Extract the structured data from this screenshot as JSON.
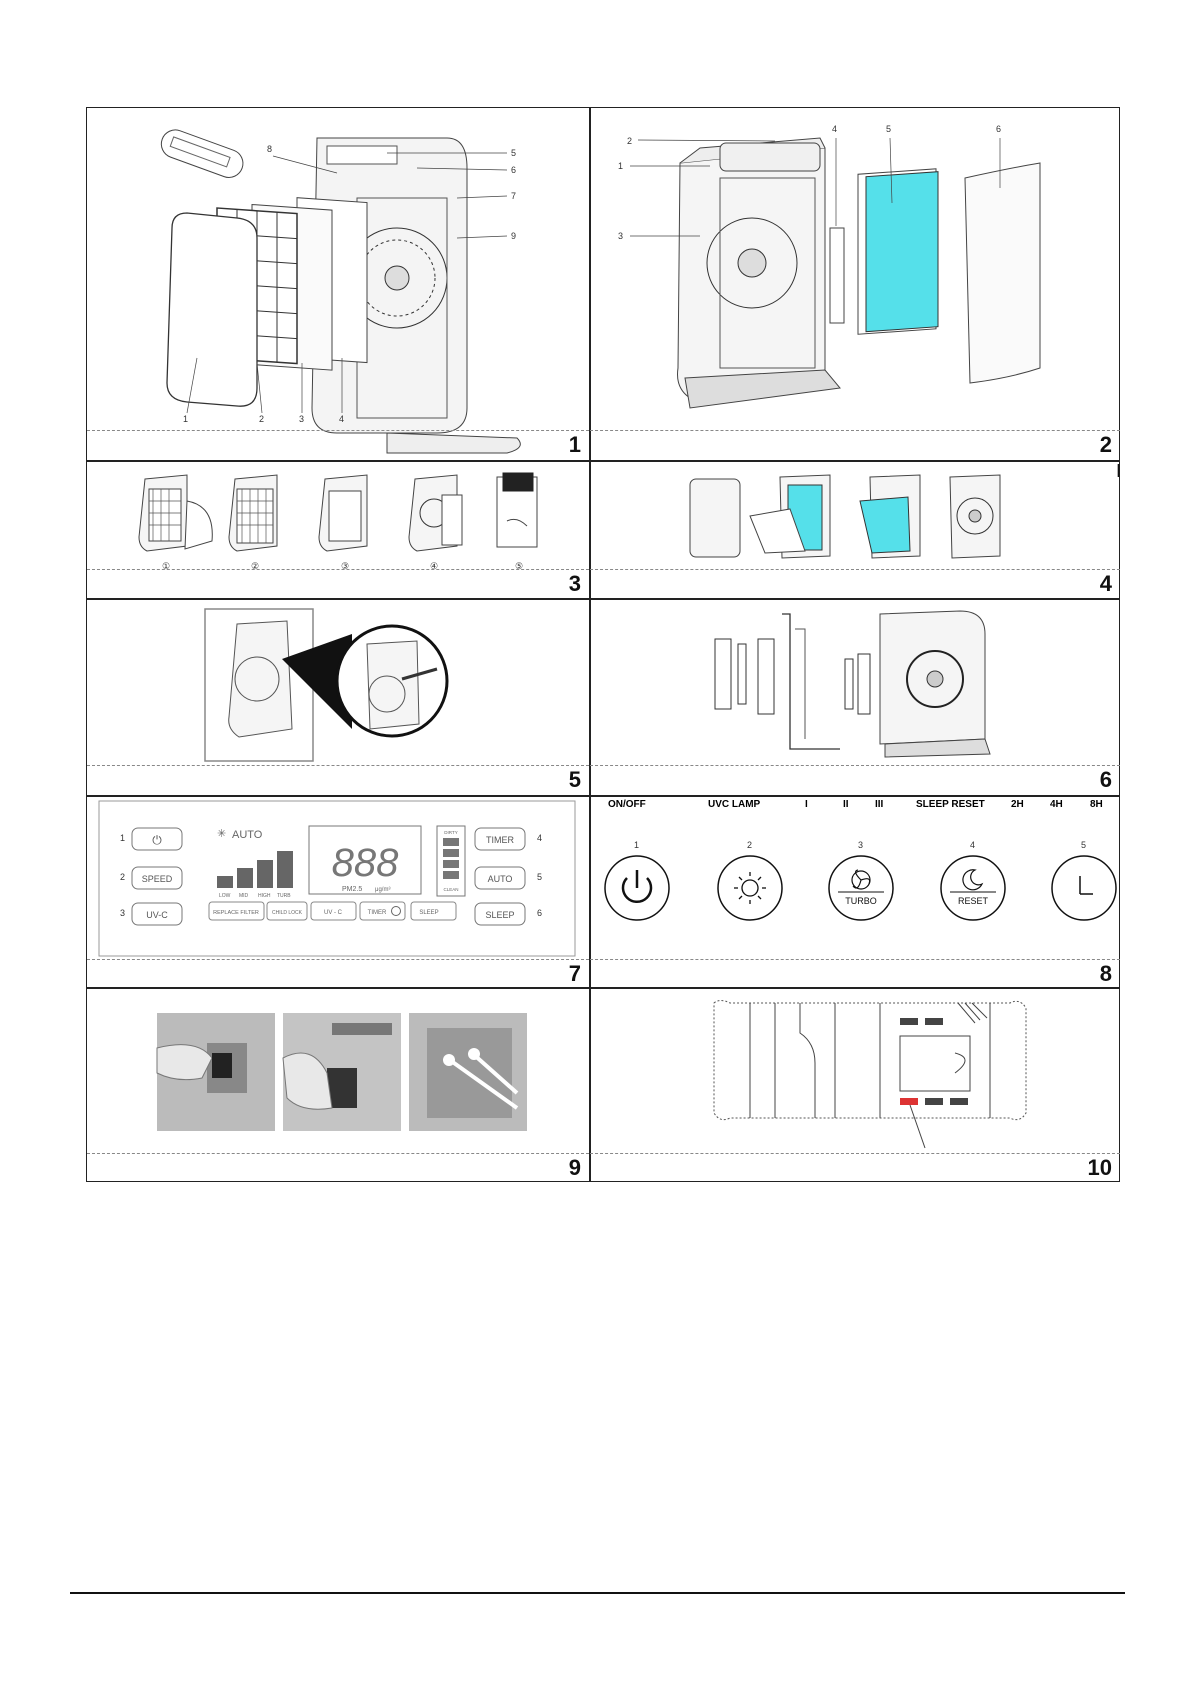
{
  "figures": [
    {
      "number": "1",
      "callouts": [
        "8",
        "5",
        "6",
        "7",
        "9",
        "1",
        "2",
        "3",
        "4"
      ]
    },
    {
      "number": "2",
      "callouts": [
        "2",
        "1",
        "3",
        "4",
        "5",
        "6"
      ]
    },
    {
      "number": "3",
      "steps": [
        "①",
        "②",
        "③",
        "④",
        "⑤"
      ]
    },
    {
      "number": "4"
    },
    {
      "number": "5"
    },
    {
      "number": "6"
    },
    {
      "number": "7",
      "panel": {
        "left_buttons": [
          {
            "n": "1",
            "label": "⏻"
          },
          {
            "n": "2",
            "label": "SPEED"
          },
          {
            "n": "3",
            "label": "UV-C"
          }
        ],
        "right_buttons": [
          {
            "n": "4",
            "label": "TIMER"
          },
          {
            "n": "5",
            "label": "AUTO"
          },
          {
            "n": "6",
            "label": "SLEEP"
          }
        ],
        "auto_label": "AUTO",
        "display": "888",
        "speed_labels": [
          "LOW",
          "MID",
          "HIGH",
          "TURB"
        ],
        "pm_label": "PM2.5",
        "pm_unit": "μg/m³",
        "dirty_label": "DIRTY",
        "clean_label": "CLEAN",
        "indicators": [
          "REPLACE FILTER",
          "CHILD LOCK",
          "UV - C",
          "TIMER",
          "SLEEP"
        ]
      }
    },
    {
      "number": "8",
      "header": [
        "ON/OFF",
        "UVC LAMP",
        "I",
        "II",
        "III",
        "SLEEP RESET",
        "2H",
        "4H",
        "8H"
      ],
      "buttons": [
        {
          "n": "1",
          "icon": "power-icon"
        },
        {
          "n": "2",
          "icon": "sun-icon"
        },
        {
          "n": "3",
          "icon": "fan-icon",
          "text": "TURBO"
        },
        {
          "n": "4",
          "icon": "moon-icon",
          "text": "RESET"
        },
        {
          "n": "5",
          "icon": "clock-icon"
        }
      ]
    },
    {
      "number": "9"
    },
    {
      "number": "10"
    }
  ],
  "margin_mark": "I"
}
